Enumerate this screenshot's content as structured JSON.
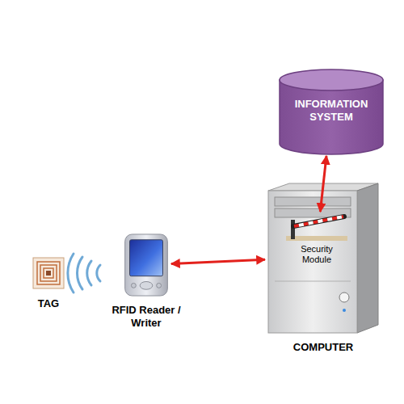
{
  "diagram": {
    "nodes": [
      {
        "text": [
          "INFORMATION SYSTEM"
        ]
      },
      {
        "text": [
          "TAG"
        ]
      },
      {
        "text": [
          "RFID Reader / Writer"
        ]
      },
      {
        "text": [
          "COMPUTER"
        ]
      },
      {
        "text": [
          "Security Module"
        ],
        "in": 3
      }
    ],
    "edges": [
      {
        "from": 2,
        "to": 3,
        "arrow": "both"
      },
      {
        "from": 0,
        "to": 4,
        "arrow": "both"
      }
    ]
  }
}
